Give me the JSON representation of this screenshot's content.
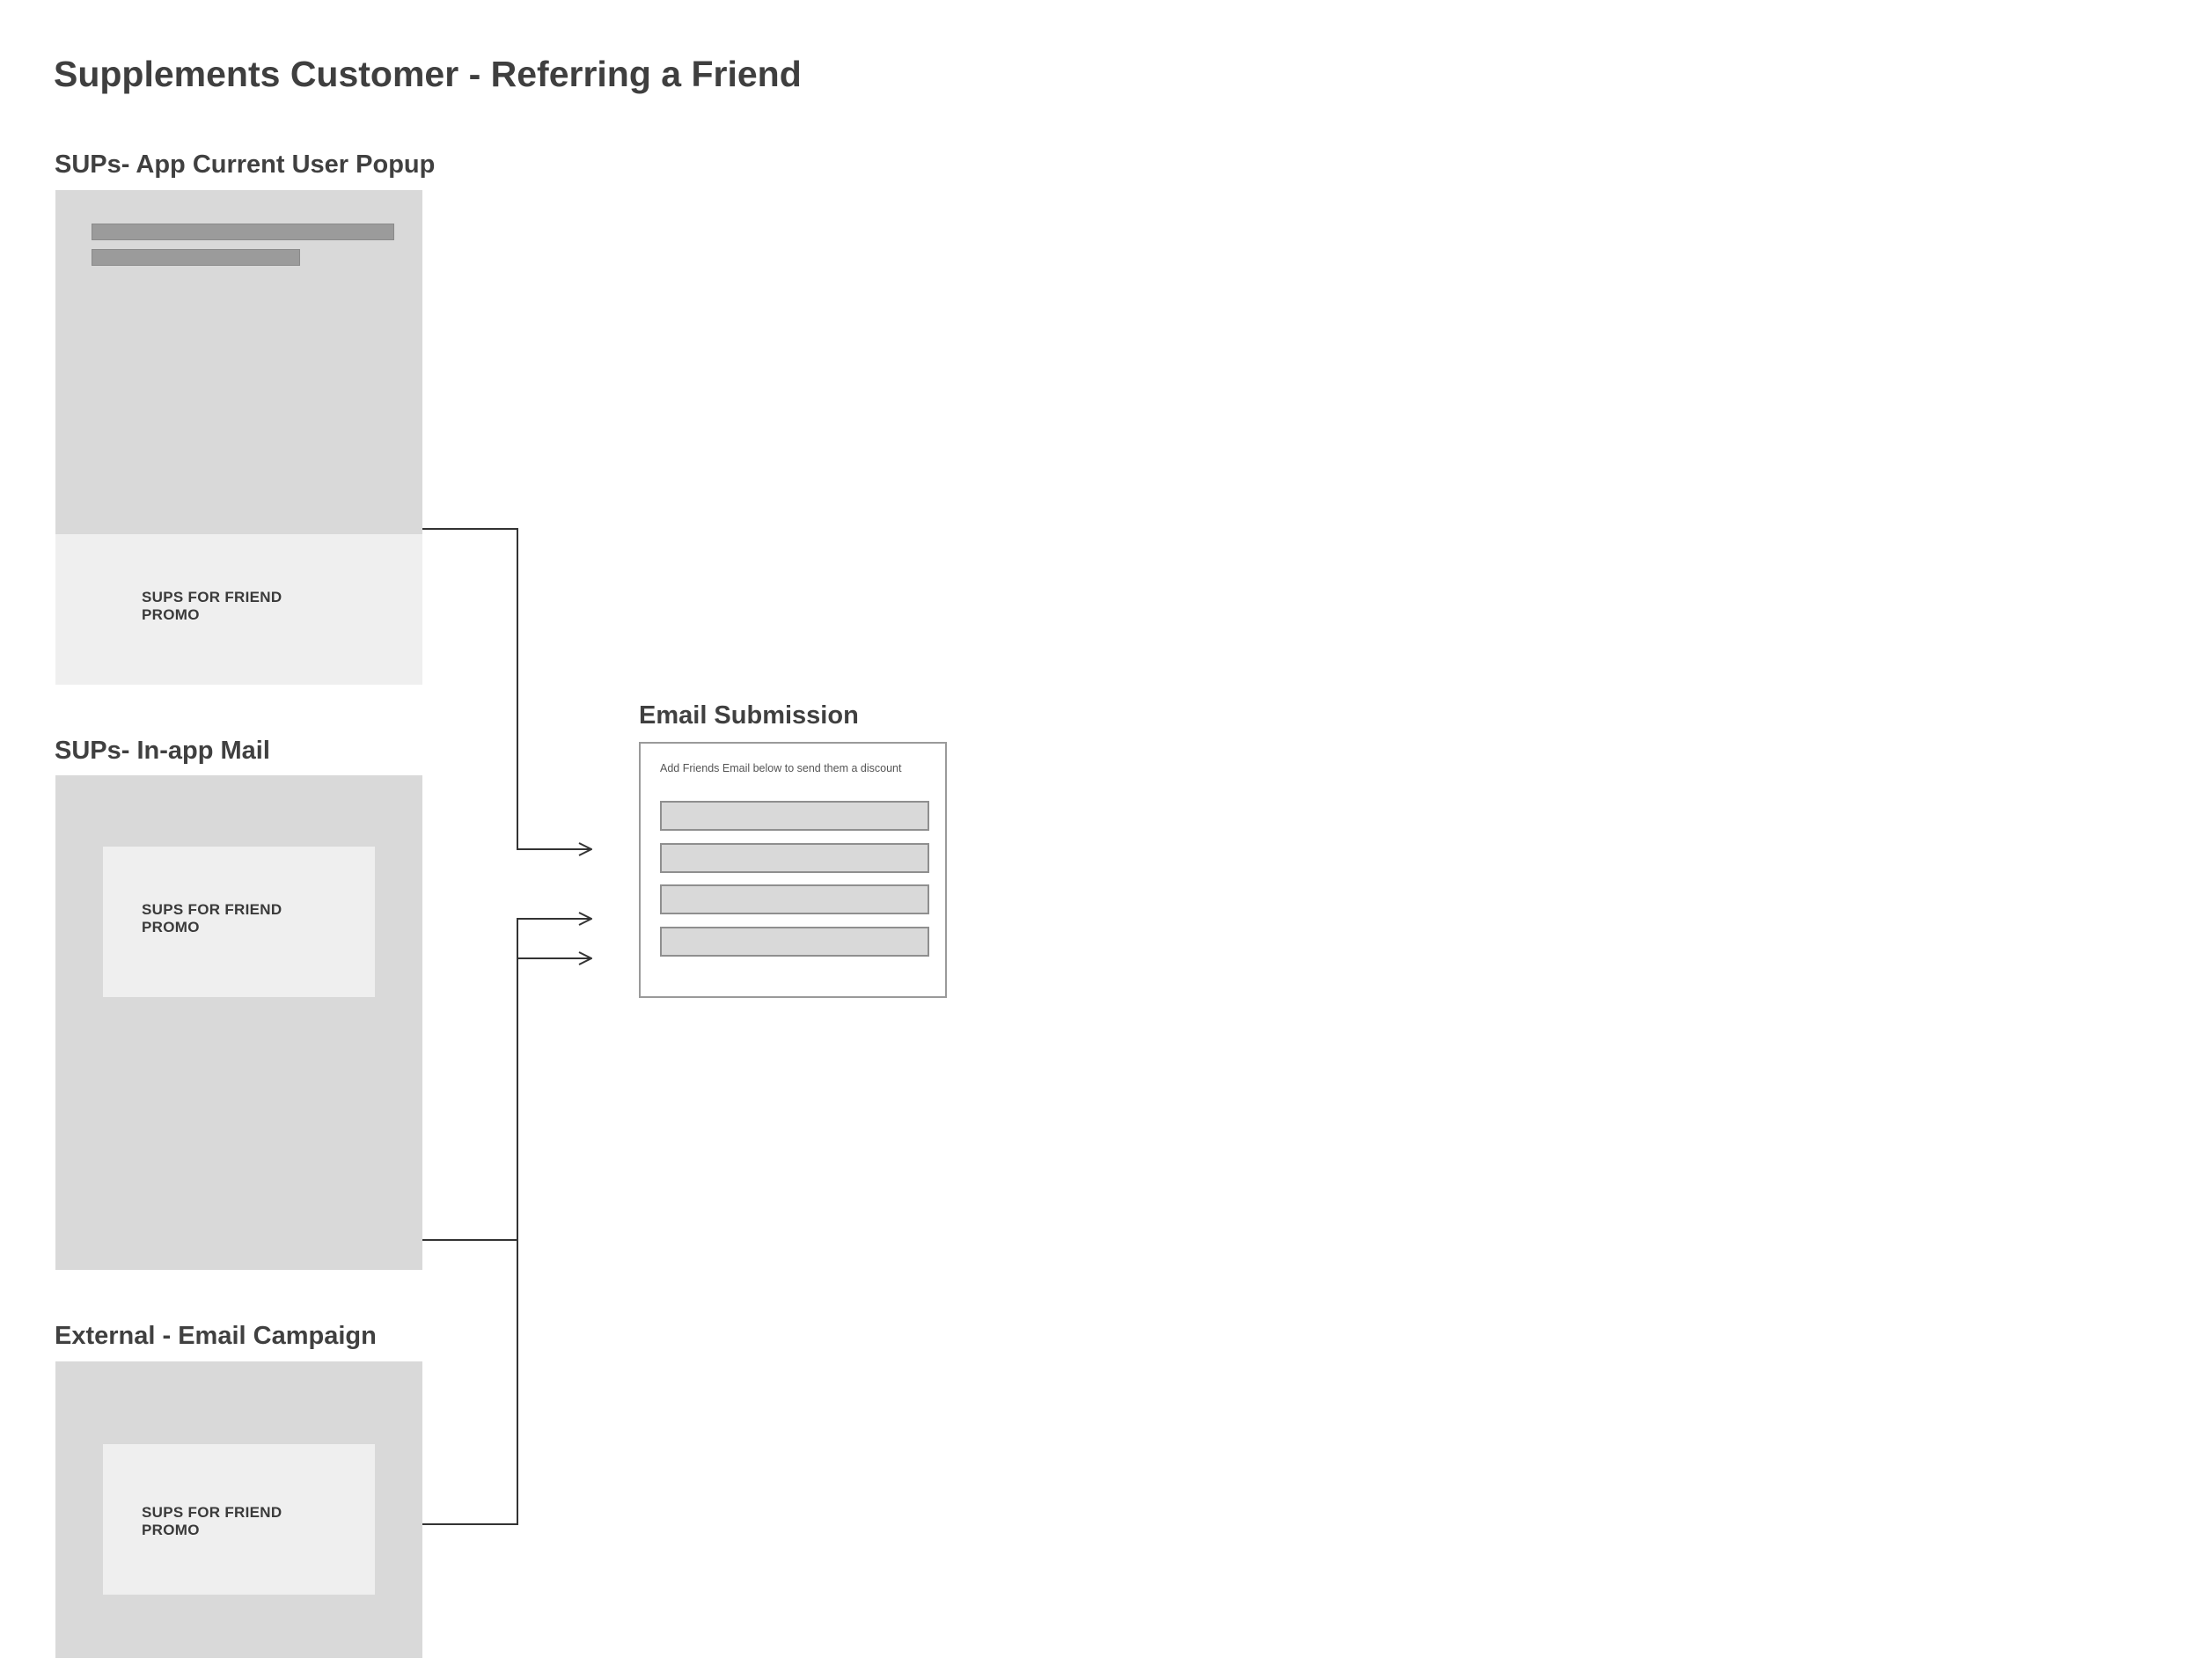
{
  "page": {
    "title": "Supplements Customer - Referring a Friend"
  },
  "sections": {
    "popup": {
      "title": "SUPs- App Current User Popup",
      "promo": "SUPS FOR FRIEND\nPROMO"
    },
    "inapp_mail": {
      "title": "SUPs- In-app Mail",
      "promo": "SUPS FOR FRIEND\nPROMO"
    },
    "email_campaign": {
      "title": "External - Email Campaign",
      "promo": "SUPS FOR FRIEND\nPROMO"
    }
  },
  "email_submission": {
    "title": "Email Submission",
    "instruction": "Add Friends Email below to send them a discount",
    "fields": [
      "",
      "",
      "",
      ""
    ]
  },
  "colors": {
    "frame": "#d9d9d9",
    "panel": "#efefef",
    "placeholder_bar": "#9b9b9b",
    "text": "#404040",
    "connector": "#333333"
  }
}
